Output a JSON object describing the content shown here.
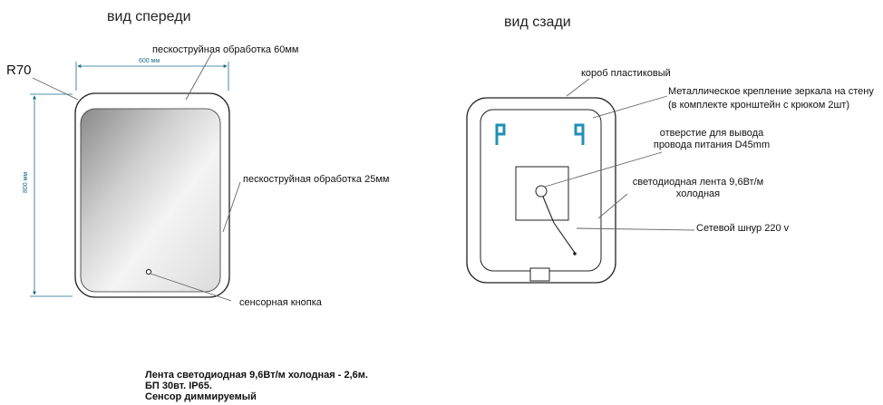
{
  "front": {
    "title": "вид спереди",
    "radius_label": "R70",
    "width_dim": "600 мм",
    "height_dim": "800 мм",
    "notes": {
      "sandblast_60": "пескоструйная обработка 60мм",
      "sandblast_25": "пескоструйная обработка 25мм",
      "sensor_button": "сенсорная кнопка"
    }
  },
  "back": {
    "title": "вид сзади",
    "notes": {
      "plastic_box": "короб пластиковый",
      "mount_line1": "Металлическое крепление зеркала на стену",
      "mount_line2": "(в комплекте кронштейн с крюком 2шт)",
      "hole_line1": "отверстие для вывода",
      "hole_line2": "провода питания D45mm",
      "led_line1": "светодиодная лента 9,6Вт/м",
      "led_line2": "холодная",
      "power_cord": "Сетевой шнур 220 v"
    }
  },
  "specs": {
    "line1": "Лента светодиодная  9,6Вт/м холодная - 2,6м.",
    "line2": "БП 30вт. IP65.",
    "line3": "Сенсор диммируемый"
  },
  "colors": {
    "dimension": "#1a6b8c",
    "bracket": "#1f8fb5",
    "outline": "#222222"
  }
}
